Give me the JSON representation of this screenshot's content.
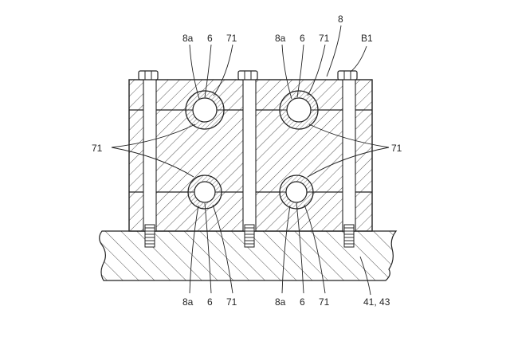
{
  "labels": {
    "top_row": [
      "8a",
      "6",
      "71",
      "8a",
      "6",
      "71"
    ],
    "top_ref": "8",
    "bolt_ref": "B1",
    "side_left": "71",
    "side_right": "71",
    "bottom_row": [
      "8a",
      "6",
      "71",
      "8a",
      "6",
      "71"
    ],
    "base_ref": "41, 43"
  }
}
